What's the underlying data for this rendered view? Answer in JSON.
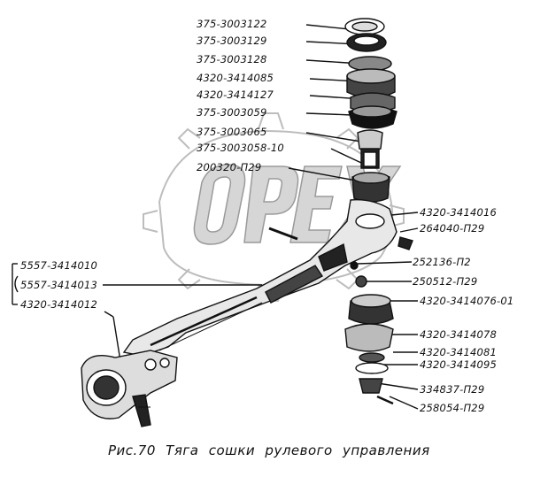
{
  "caption": "Рис.70  Тяга  сошки рулевого управления",
  "watermark_text": "OPEX",
  "part_labels": {
    "p1": "375-3003122",
    "p2": "375-3003129",
    "p3": "375-3003128",
    "p4": "4320-3414085",
    "p5": "4320-3414127",
    "p6": "375-3003059",
    "p7": "375-3003065",
    "p8": "375-3003058-10",
    "p9": "200320-П29",
    "p10": "4320-3414016",
    "p11": "264040-П29",
    "p12": "252136-П2",
    "p13": "250512-П29",
    "p14": "4320-3414076-01",
    "p15": "4320-3414078",
    "p16": "4320-3414081",
    "p17": "4320-3414095",
    "p18": "334837-П29",
    "p19": "258054-П29"
  },
  "assembly_labels": {
    "a1": "5557-3414010",
    "a2": "5557-3414013",
    "a3": "4320-3414012"
  }
}
